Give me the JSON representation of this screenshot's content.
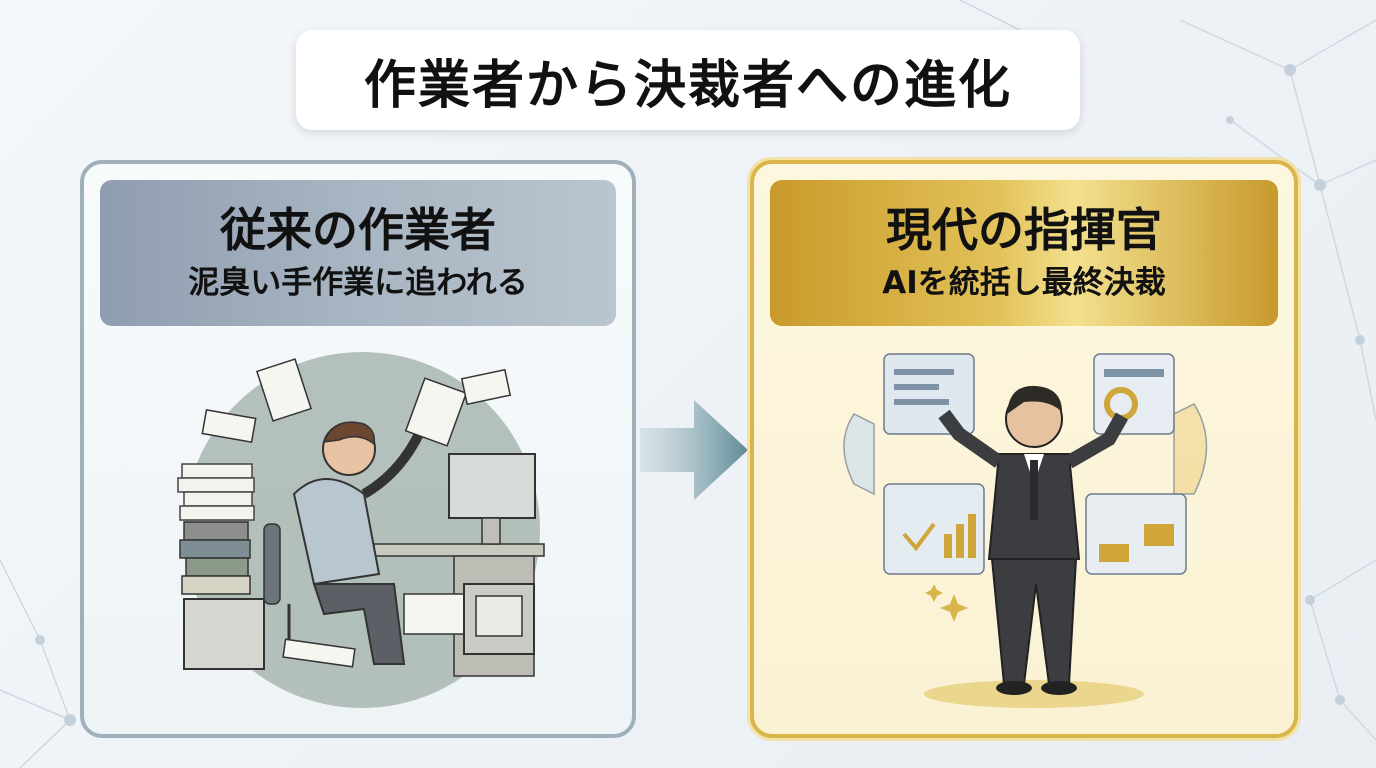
{
  "title": "作業者から決裁者への進化",
  "left": {
    "heading": "従来の作業者",
    "subheading": "泥臭い手作業に追われる"
  },
  "right": {
    "heading": "現代の指揮官",
    "subheading": "AIを統括し最終決裁"
  },
  "colors": {
    "left_accent": "#9fb0bb",
    "right_accent": "#d9b54a",
    "arrow": "#5f8a96"
  }
}
